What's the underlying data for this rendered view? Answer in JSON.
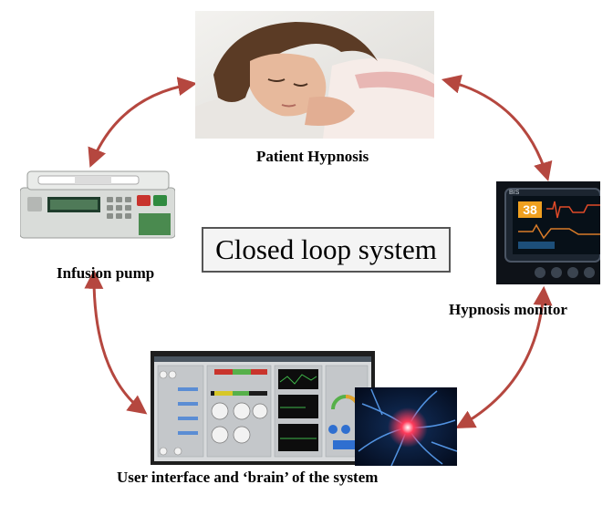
{
  "center_title": "Closed loop system",
  "nodes": {
    "patient": {
      "label": "Patient Hypnosis",
      "icon": "sleeping-patient-photo"
    },
    "pump": {
      "label": "Infusion pump",
      "icon": "syringe-pump-photo"
    },
    "monitor": {
      "label": "Hypnosis monitor",
      "icon": "bis-monitor-photo",
      "display_value": "38"
    },
    "ui": {
      "label": "User interface and ‘brain’ of the system",
      "icon": "software-screen-and-neuron-photo"
    }
  },
  "colors": {
    "arrow": "#b5473f",
    "box_border": "#555555",
    "box_fill": "#f4f4f4"
  }
}
